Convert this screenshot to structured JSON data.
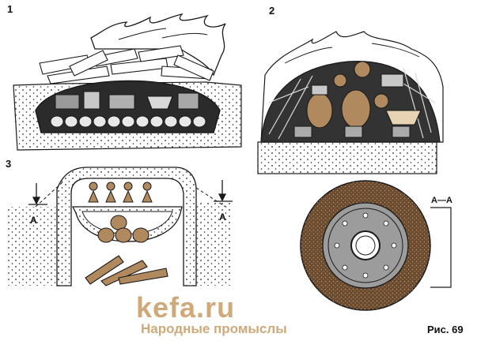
{
  "figure": {
    "caption": "Рис. 69",
    "panel_numbers": [
      "1",
      "2",
      "3"
    ],
    "section_mark_left": "A",
    "section_mark_right": "A",
    "section_view_label": "A—A"
  },
  "watermark": {
    "site": "kefa.ru",
    "subtitle": "Народные промыслы"
  },
  "colors": {
    "ink": "#1a1a1a",
    "pottery": "#b08a5e",
    "kiln_wall": "#6b4a2e",
    "watermark": "#cfa97a"
  }
}
